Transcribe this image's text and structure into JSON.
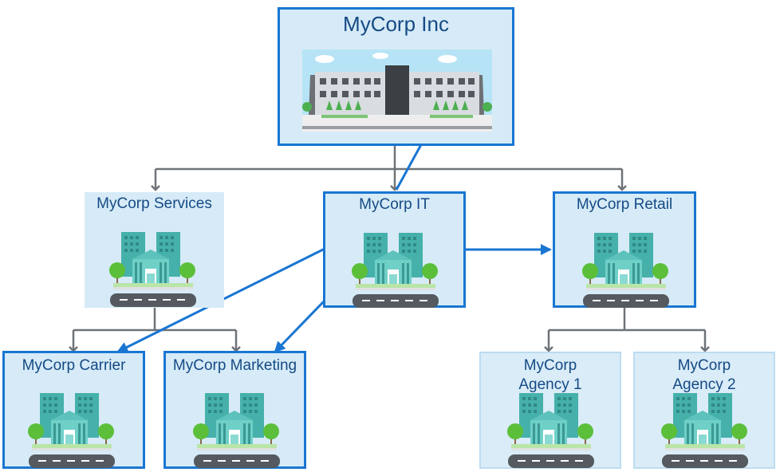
{
  "diagram": {
    "root": {
      "title": "MyCorp Inc",
      "icon": "headquarters-building-icon"
    },
    "services": {
      "title": "MyCorp Services",
      "icon": "office-building-icon"
    },
    "it": {
      "title": "MyCorp IT",
      "icon": "office-building-icon"
    },
    "retail": {
      "title": "MyCorp Retail",
      "icon": "office-building-icon"
    },
    "carrier": {
      "title": "MyCorp Carrier",
      "icon": "office-building-icon"
    },
    "marketing": {
      "title": "MyCorp Marketing",
      "icon": "office-building-icon"
    },
    "agency1": {
      "title_line1": "MyCorp",
      "title_line2": "Agency 1",
      "icon": "office-building-icon"
    },
    "agency2": {
      "title_line1": "MyCorp",
      "title_line2": "Agency 2",
      "icon": "office-building-icon"
    }
  },
  "colors": {
    "node_fill": "#d6ebf7",
    "strong_border": "#1976d2",
    "faint_border": "#bcdcf0",
    "label": "#154a85",
    "hierarchy_connector": "#6e7378",
    "it_connector": "#1976d2"
  }
}
